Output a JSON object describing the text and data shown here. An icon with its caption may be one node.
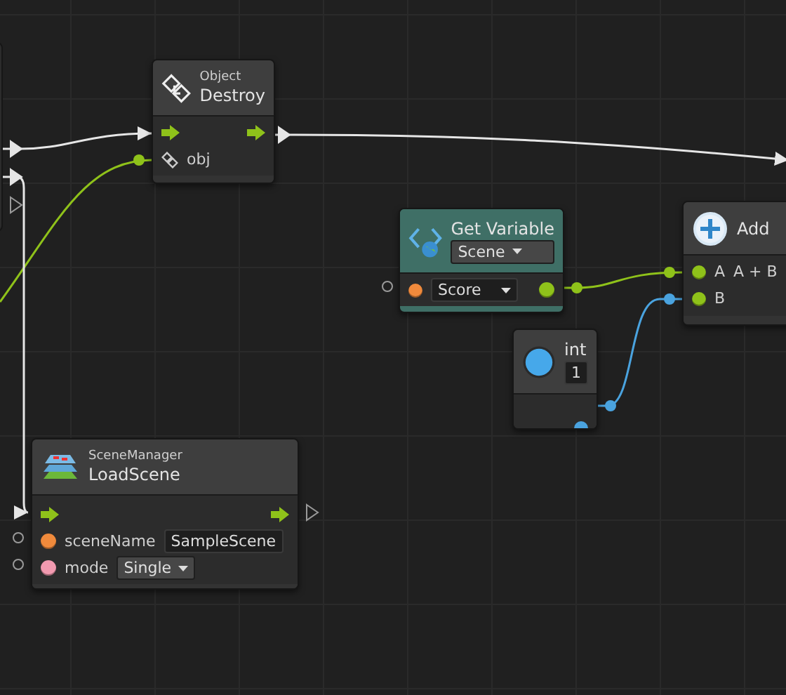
{
  "diagram": {
    "nodes": [
      {
        "text": [],
        "shape": "box"
      },
      {
        "text": [
          "Object",
          "Destroy",
          "obj"
        ]
      },
      {
        "text": [
          "Get Variable",
          "Scene",
          "Score"
        ]
      },
      {
        "text": [
          "Add",
          "A",
          "A + B",
          "B"
        ]
      },
      {
        "text": [
          "int",
          "1"
        ]
      },
      {
        "text": [
          "SceneManager",
          "LoadScene",
          "sceneName",
          "SampleScene",
          "mode",
          "Single"
        ]
      }
    ],
    "edges": [
      {
        "from": 0,
        "to": 1,
        "arrow": "to"
      },
      {
        "from": null,
        "to": 1,
        "arrow": "other",
        "color": "#8fc21a"
      },
      {
        "from": 0,
        "to": 5,
        "arrow": "to"
      },
      {
        "from": 1,
        "to": null,
        "arrow": "to"
      },
      {
        "from": 2,
        "to": 3,
        "arrow": "other",
        "color": "#8fc21a"
      },
      {
        "from": 4,
        "to": 3,
        "arrow": "other",
        "color": "#4aa3df"
      }
    ]
  }
}
